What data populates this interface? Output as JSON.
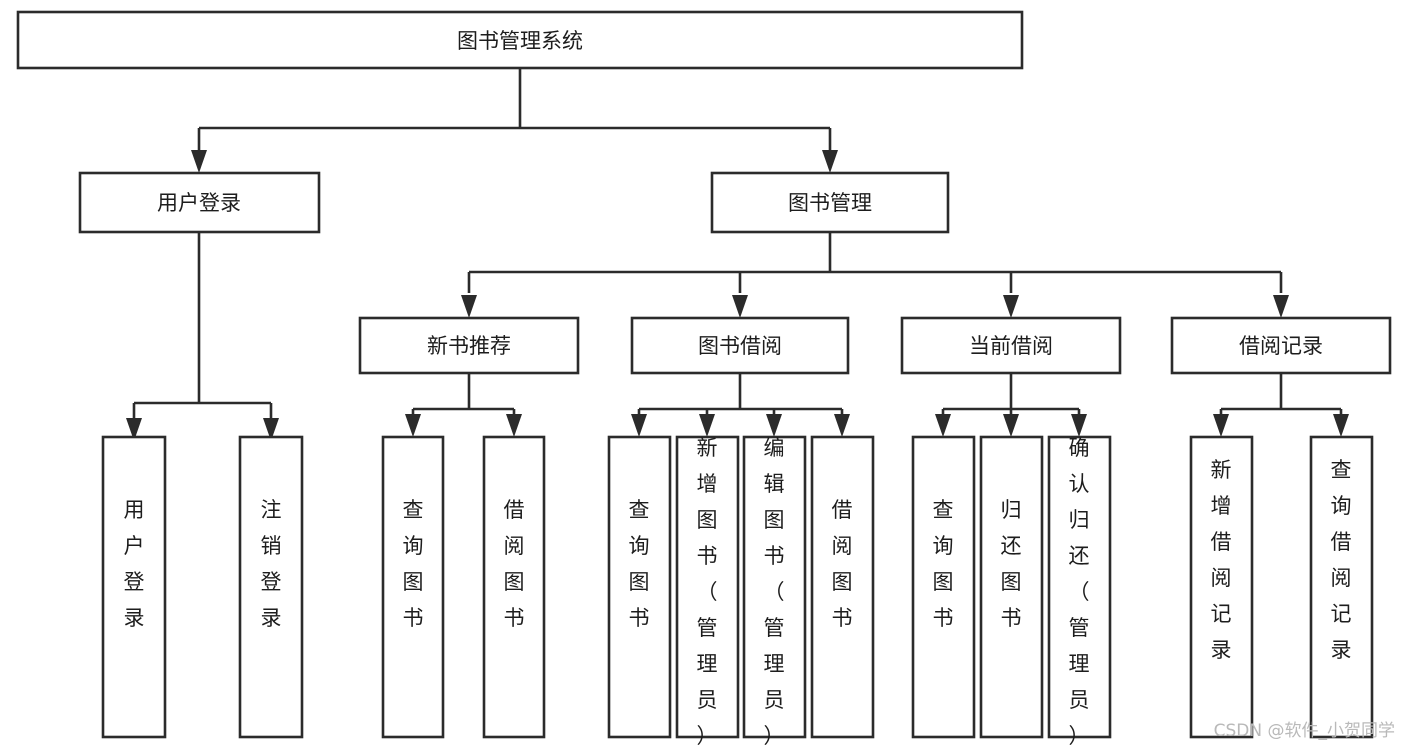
{
  "diagram": {
    "title": "图书管理系统",
    "type": "tree",
    "orientation": "top-down",
    "background_color": "#ffffff",
    "box_stroke_color": "#2b2b2b",
    "box_fill_color": "#ffffff",
    "text_color": "#1d1d1d",
    "levels": [
      {
        "level": 0,
        "nodes": [
          {
            "id": "root",
            "label": "图书管理系统",
            "orientation": "horizontal"
          }
        ]
      },
      {
        "level": 1,
        "nodes": [
          {
            "id": "login",
            "label": "用户登录",
            "orientation": "horizontal",
            "parent": "root"
          },
          {
            "id": "bookmgmt",
            "label": "图书管理",
            "orientation": "horizontal",
            "parent": "root"
          }
        ]
      },
      {
        "level": 2,
        "nodes": [
          {
            "id": "newbook",
            "label": "新书推荐",
            "orientation": "horizontal",
            "parent": "bookmgmt"
          },
          {
            "id": "borrow",
            "label": "图书借阅",
            "orientation": "horizontal",
            "parent": "bookmgmt"
          },
          {
            "id": "current",
            "label": "当前借阅",
            "orientation": "horizontal",
            "parent": "bookmgmt"
          },
          {
            "id": "records",
            "label": "借阅记录",
            "orientation": "horizontal",
            "parent": "bookmgmt"
          }
        ]
      },
      {
        "level": 3,
        "nodes": [
          {
            "id": "leaf-user-login",
            "label": "用户登录",
            "orientation": "vertical",
            "parent": "login"
          },
          {
            "id": "leaf-user-logout",
            "label": "注销登录",
            "orientation": "vertical",
            "parent": "login"
          },
          {
            "id": "leaf-query-book-1",
            "label": "查询图书",
            "orientation": "vertical",
            "parent": "newbook"
          },
          {
            "id": "leaf-borrow-book-1",
            "label": "借阅图书",
            "orientation": "vertical",
            "parent": "newbook"
          },
          {
            "id": "leaf-query-book-2",
            "label": "查询图书",
            "orientation": "vertical",
            "parent": "borrow"
          },
          {
            "id": "leaf-add-book",
            "label": "新增图书（管理员）",
            "orientation": "vertical",
            "parent": "borrow"
          },
          {
            "id": "leaf-edit-book",
            "label": "编辑图书（管理员）",
            "orientation": "vertical",
            "parent": "borrow"
          },
          {
            "id": "leaf-borrow-book-2",
            "label": "借阅图书",
            "orientation": "vertical",
            "parent": "borrow"
          },
          {
            "id": "leaf-query-book-3",
            "label": "查询图书",
            "orientation": "vertical",
            "parent": "current"
          },
          {
            "id": "leaf-return-book",
            "label": "归还图书",
            "orientation": "vertical",
            "parent": "current"
          },
          {
            "id": "leaf-confirm-return",
            "label": "确认归还（管理员）",
            "orientation": "vertical",
            "parent": "current"
          },
          {
            "id": "leaf-add-record",
            "label": "新增借阅记录",
            "orientation": "vertical",
            "parent": "records"
          },
          {
            "id": "leaf-query-record",
            "label": "查询借阅记录",
            "orientation": "vertical",
            "parent": "records"
          }
        ]
      }
    ]
  },
  "watermark": {
    "text": "CSDN @软件_小贺同学",
    "color": "#b9b9b9"
  }
}
